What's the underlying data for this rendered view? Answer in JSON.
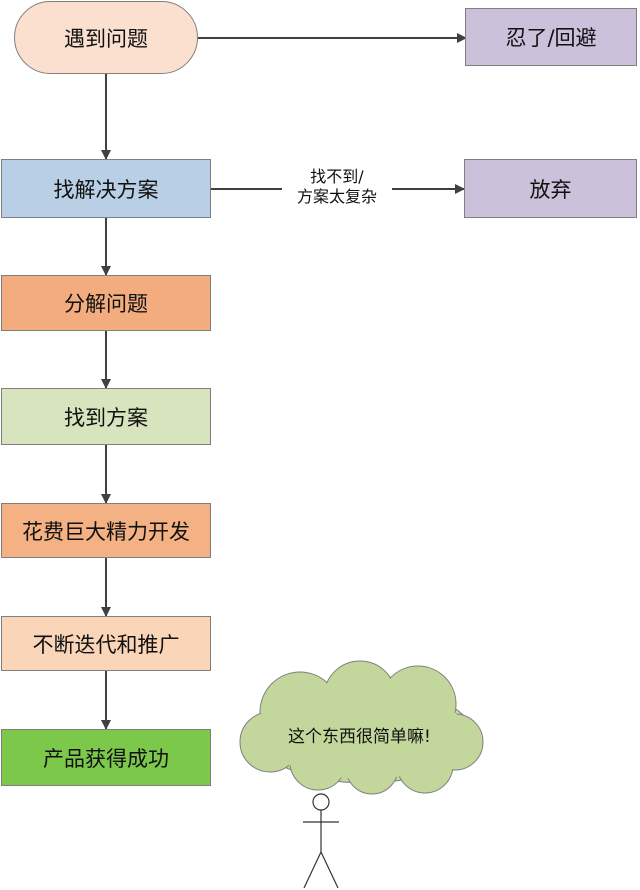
{
  "nodes": {
    "problem": "遇到问题",
    "tolerate": "忍了/回避",
    "find_solution": "找解决方案",
    "give_up": "放弃",
    "decompose": "分解问题",
    "found_solution": "找到方案",
    "effort": "花费巨大精力开发",
    "iterate": "不断迭代和推广",
    "success": "产品获得成功"
  },
  "edge_label": {
    "line1": "找不到/",
    "line2": "方案太复杂"
  },
  "cloud_text": "这个东西很简单嘛!",
  "colors": {
    "problem": "#fbe0cf",
    "purple": "#ccc1da",
    "blue": "#b8cfe6",
    "orange": "#f2ac7e",
    "green_light": "#d7e4bd",
    "orange_2": "#f4b183",
    "peach": "#fad5b8",
    "green": "#7cc84a",
    "cloud": "#c3d69b",
    "arrow": "#404040"
  }
}
